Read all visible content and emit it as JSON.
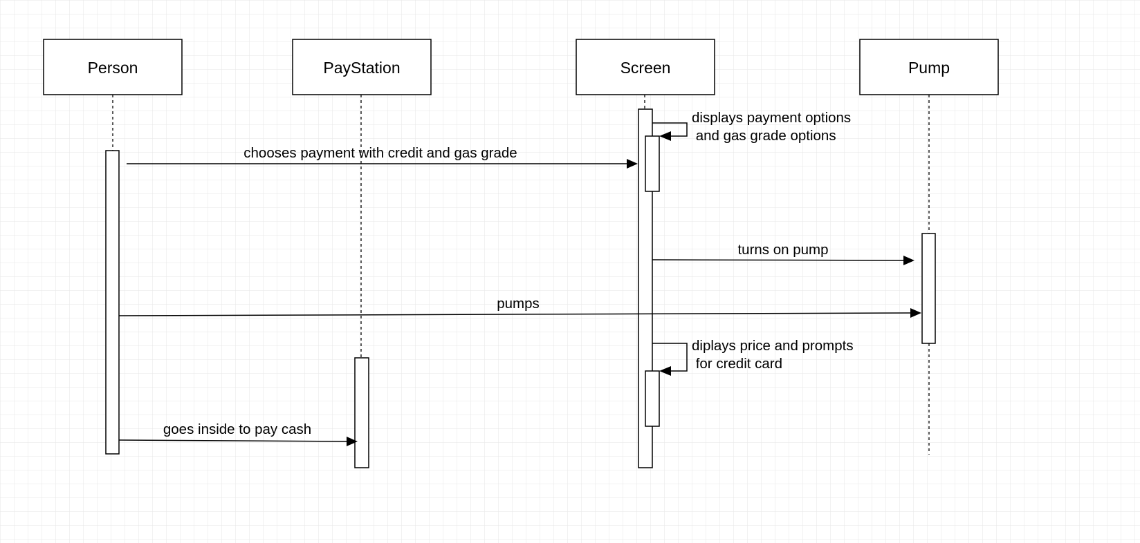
{
  "colors": {
    "grid": "#e6e6e6",
    "stroke": "#000000",
    "background": "#ffffff"
  },
  "participants": [
    {
      "id": "person",
      "label": "Person"
    },
    {
      "id": "paystation",
      "label": "PayStation"
    },
    {
      "id": "screen",
      "label": "Screen"
    },
    {
      "id": "pump",
      "label": "Pump"
    }
  ],
  "messages": [
    {
      "from": "person",
      "to": "screen",
      "lines": [
        "chooses payment with credit and gas grade"
      ]
    },
    {
      "from": "screen",
      "to": "screen",
      "lines": [
        "displays payment options",
        " and gas grade options"
      ]
    },
    {
      "from": "screen",
      "to": "pump",
      "lines": [
        "turns on pump"
      ]
    },
    {
      "from": "person",
      "to": "pump",
      "lines": [
        "pumps"
      ]
    },
    {
      "from": "screen",
      "to": "screen",
      "lines": [
        "diplays price and prompts",
        " for credit card"
      ]
    },
    {
      "from": "person",
      "to": "paystation",
      "lines": [
        "goes inside to pay cash"
      ]
    }
  ]
}
